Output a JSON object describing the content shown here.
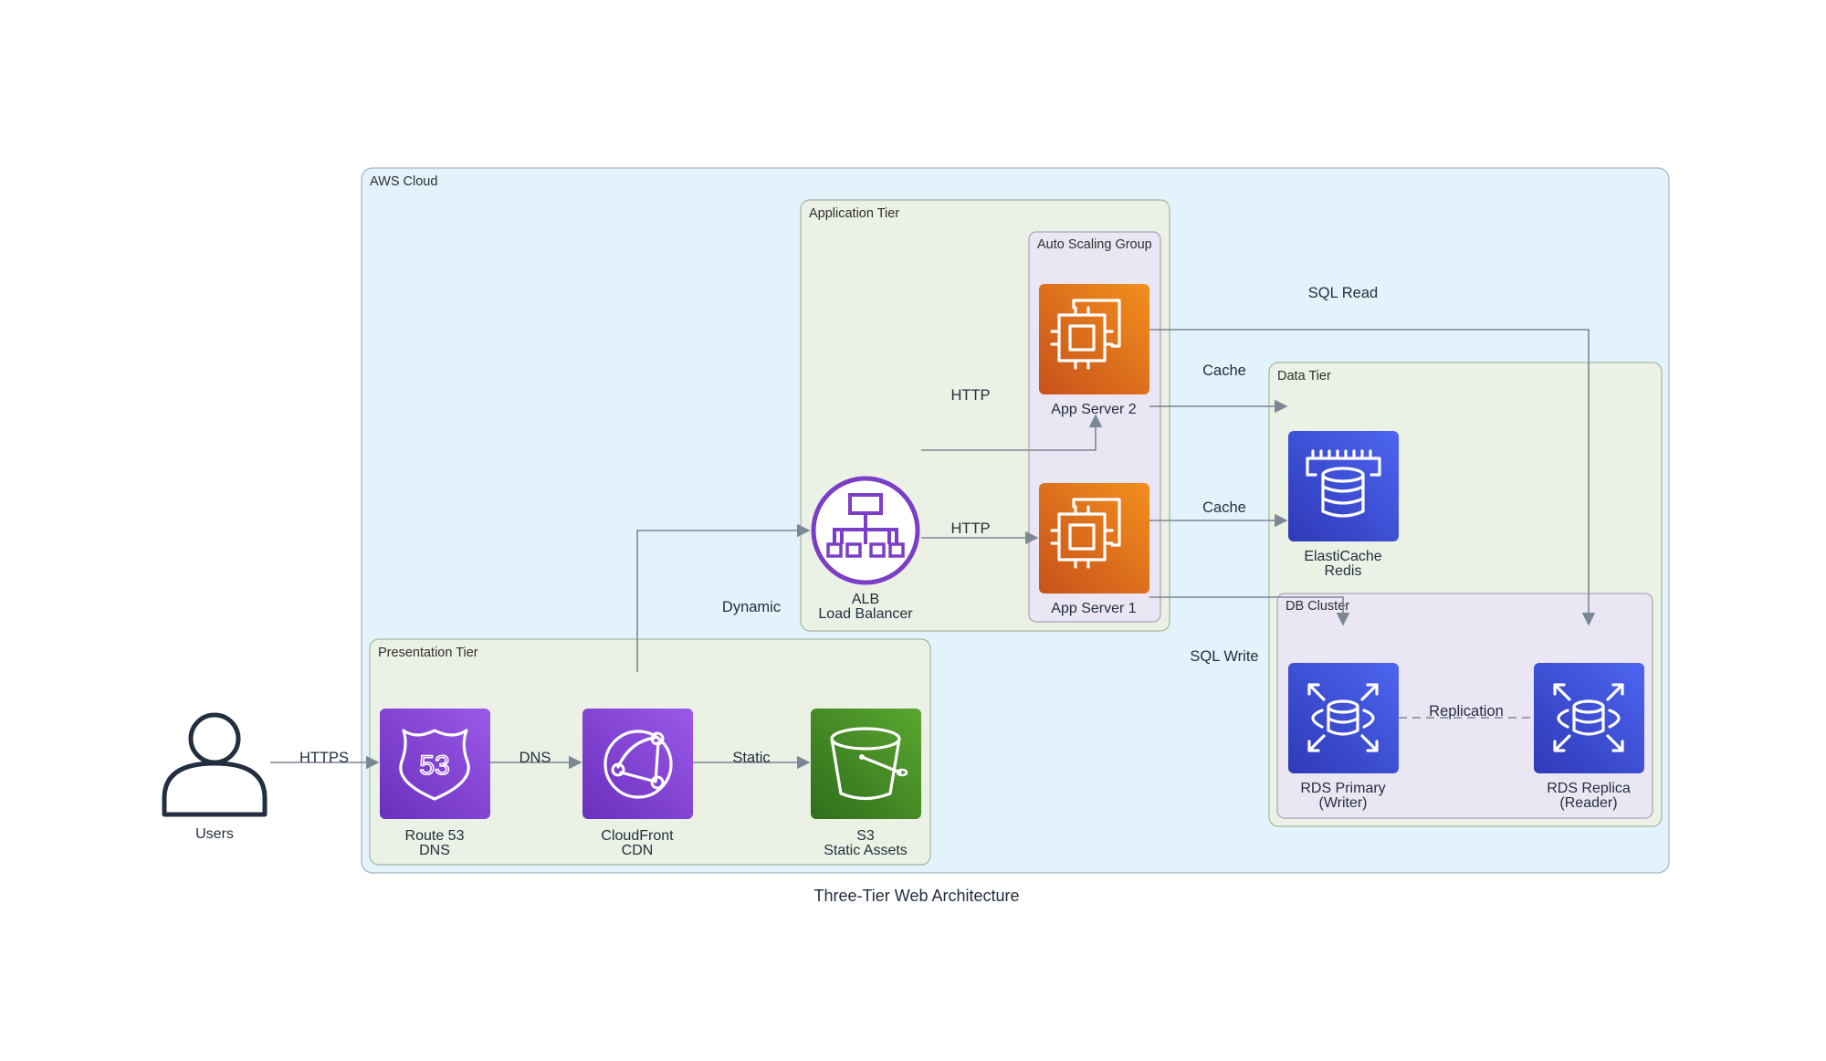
{
  "title": "Three-Tier Web Architecture",
  "clusters": {
    "aws_cloud": "AWS Cloud",
    "presentation_tier": "Presentation Tier",
    "application_tier": "Application Tier",
    "auto_scaling_group": "Auto Scaling Group",
    "data_tier": "Data Tier",
    "db_cluster": "DB Cluster"
  },
  "nodes": {
    "users": {
      "label": "Users",
      "icon": "user-icon"
    },
    "route53": {
      "line1": "Route 53",
      "line2": "DNS",
      "icon": "route53-icon"
    },
    "cloudfront": {
      "line1": "CloudFront",
      "line2": "CDN",
      "icon": "cloudfront-icon"
    },
    "s3": {
      "line1": "S3",
      "line2": "Static Assets",
      "icon": "s3-bucket-icon"
    },
    "alb": {
      "line1": "ALB",
      "line2": "Load Balancer",
      "icon": "load-balancer-icon"
    },
    "app_server_1": {
      "label": "App Server 1",
      "icon": "ec2-chip-icon"
    },
    "app_server_2": {
      "label": "App Server 2",
      "icon": "ec2-chip-icon"
    },
    "elasticache": {
      "line1": "ElastiCache",
      "line2": "Redis",
      "icon": "elasticache-icon"
    },
    "rds_primary": {
      "line1": "RDS Primary",
      "line2": "(Writer)",
      "icon": "rds-icon"
    },
    "rds_replica": {
      "line1": "RDS Replica",
      "line2": "(Reader)",
      "icon": "rds-icon"
    }
  },
  "edges": {
    "users_route53": "HTTPS",
    "route53_cloudfront": "DNS",
    "cloudfront_s3": "Static",
    "cloudfront_alb": "Dynamic",
    "alb_app1": "HTTP",
    "alb_app2": "HTTP",
    "app2_cache": "Cache",
    "app1_cache": "Cache",
    "app2_replica": "SQL Read",
    "app1_primary": "SQL Write",
    "replication": "Replication"
  },
  "colors": {
    "aws_cloud_fill": "#e3f3fb",
    "tier_fill": "#ebf1e4",
    "group_fill": "#ebe6f3",
    "ec2_orange": "#e8730c",
    "networking_purple": "#7b3ec6",
    "storage_green": "#3f8624",
    "database_blue": "#3a49d6",
    "edge_gray": "#7b8794"
  }
}
